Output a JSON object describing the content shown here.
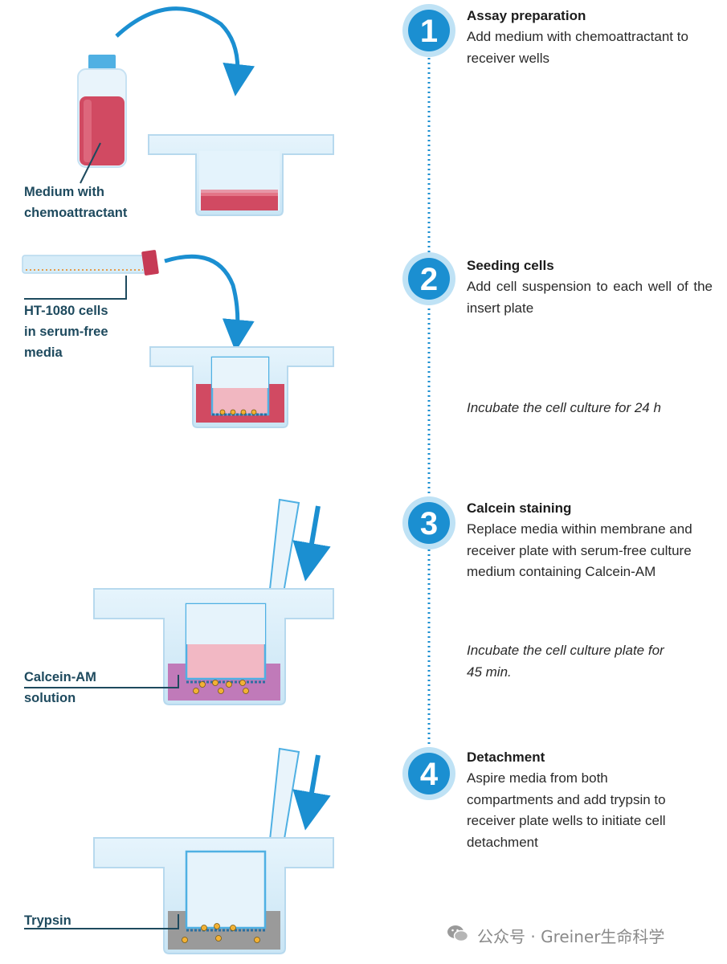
{
  "steps": [
    {
      "number": "1",
      "title": "Assay preparation",
      "description": "Add medium with chemoattractant to receiver wells"
    },
    {
      "number": "2",
      "title": "Seeding cells",
      "description": "Add cell suspension to each well of the insert plate",
      "note": "Incubate the cell culture for 24 h"
    },
    {
      "number": "3",
      "title": "Calcein staining",
      "description": "Replace media within membrane and receiver plate with serum-free culture medium containing Calcein-AM",
      "note": "Incubate the cell culture plate for 45 min."
    },
    {
      "number": "4",
      "title": "Detachment",
      "description": "Aspire media from both compartments and add trypsin to receiver plate wells to initiate cell detachment"
    }
  ],
  "callouts": {
    "medium": "Medium with\nchemoattractant",
    "cells": "HT-1080 cells\nin serum-free\nmedia",
    "calcein": "Calcein-AM\nsolution",
    "trypsin": "Trypsin"
  },
  "watermark": {
    "text": "公众号 · Greiner生命科学",
    "icon": "wechat-icon"
  },
  "colors": {
    "accent_blue": "#1b8fd1",
    "badge_ring": "#bfe2f5",
    "medium_red": "#d14a62",
    "cell_pink": "#f1b7c1",
    "calcein_purple": "#b968b4",
    "trypsin_gray": "#9a9a9a",
    "plate_blue": "#d6ecf8",
    "callout_text": "#1e4a5e"
  }
}
